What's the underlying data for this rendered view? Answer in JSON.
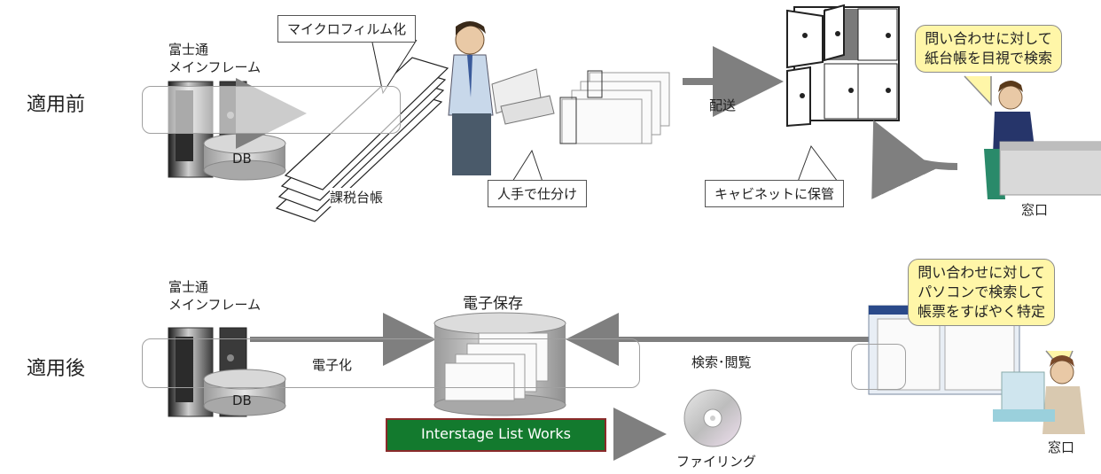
{
  "before": {
    "row_label": "適用前",
    "mainframe_label": "富士通\nメインフレーム",
    "db_label": "DB",
    "microfilm_label": "マイクロフィルム化",
    "ledger_label": "課税台帳",
    "manual_sort_label": "人手で仕分け",
    "delivery_label": "配送",
    "cabinet_label": "キャビネットに保管",
    "inquiry_bubble": "問い合わせに対して\n紙台帳を目視で検索",
    "counter_label": "窓口"
  },
  "after": {
    "row_label": "適用後",
    "mainframe_label": "富士通\nメインフレーム",
    "db_label": "DB",
    "digitize_label": "電子化",
    "storage_label": "電子保存",
    "search_label": "検索･閲覧",
    "product_label": "Interstage List Works",
    "filing_label": "ファイリング",
    "inquiry_bubble": "問い合わせに対して\nパソコンで検索して\n帳票をすばやく特定",
    "counter_label": "窓口"
  },
  "colors": {
    "arrow": "#7f7f7f",
    "bubble_fill": "#fff6a8",
    "product_fill": "#137a2e",
    "product_border": "#8a2a2a"
  }
}
